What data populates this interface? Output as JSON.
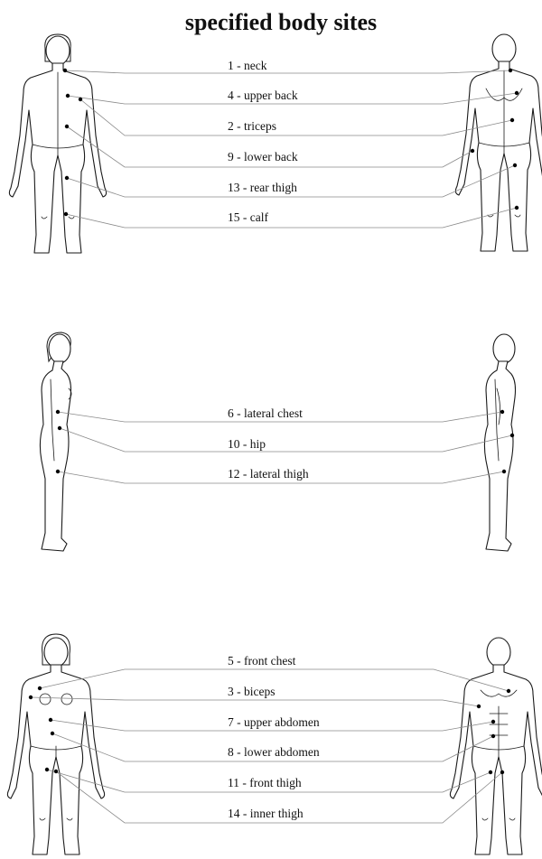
{
  "title": "specified body sites",
  "groups": [
    {
      "view": "back",
      "sites": [
        {
          "label": "1 - neck"
        },
        {
          "label": "4 - upper back"
        },
        {
          "label": "2 - triceps"
        },
        {
          "label": "9 - lower back"
        },
        {
          "label": "13 - rear thigh"
        },
        {
          "label": "15 - calf"
        }
      ]
    },
    {
      "view": "side",
      "sites": [
        {
          "label": "6 - lateral chest"
        },
        {
          "label": "10 - hip"
        },
        {
          "label": "12 - lateral thigh"
        }
      ]
    },
    {
      "view": "front",
      "sites": [
        {
          "label": "5 - front chest"
        },
        {
          "label": "3 - biceps"
        },
        {
          "label": "7 - upper abdomen"
        },
        {
          "label": "8 - lower abdomen"
        },
        {
          "label": "11 - front thigh"
        },
        {
          "label": "14 - inner thigh"
        }
      ]
    }
  ]
}
